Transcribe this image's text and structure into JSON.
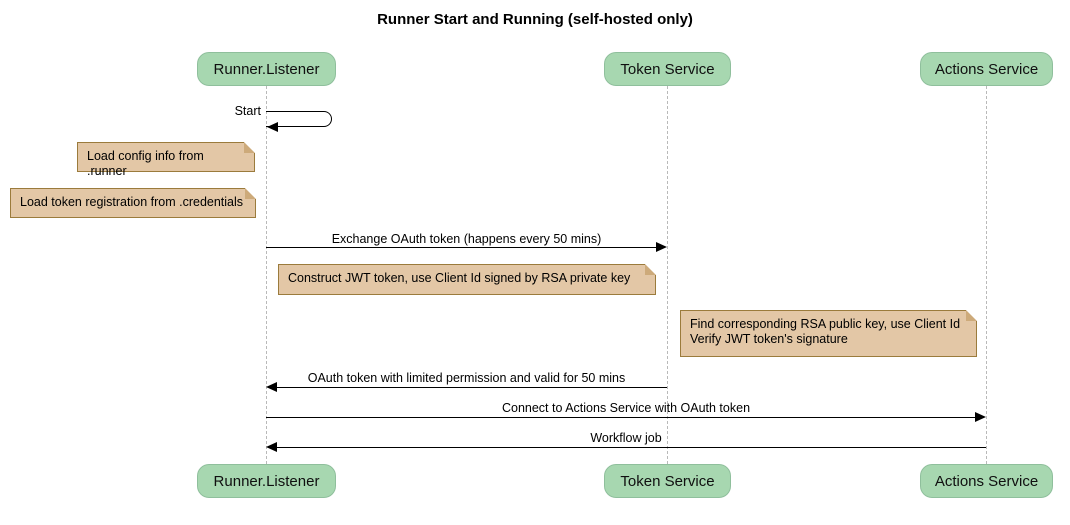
{
  "title": "Runner Start and Running (self-hosted only)",
  "participants": [
    {
      "name": "Runner.Listener"
    },
    {
      "name": "Token Service"
    },
    {
      "name": "Actions Service"
    }
  ],
  "messages": [
    {
      "label": "Start",
      "from": "Runner.Listener",
      "to": "Runner.Listener",
      "kind": "self"
    },
    {
      "label": "Exchange OAuth token (happens every 50 mins)",
      "from": "Runner.Listener",
      "to": "Token Service",
      "kind": "solid-arrow"
    },
    {
      "label": "OAuth token with limited permission and valid for 50 mins",
      "from": "Token Service",
      "to": "Runner.Listener",
      "kind": "solid-arrow"
    },
    {
      "label": "Connect to Actions Service with OAuth token",
      "from": "Runner.Listener",
      "to": "Actions Service",
      "kind": "solid-arrow"
    },
    {
      "label": "Workflow job",
      "from": "Actions Service",
      "to": "Runner.Listener",
      "kind": "solid-arrow"
    }
  ],
  "notes": [
    {
      "text": "Load config info from .runner",
      "anchor": "Runner.Listener"
    },
    {
      "text": "Load token registration from .credentials",
      "anchor": "Runner.Listener"
    },
    {
      "text": "Construct JWT token, use Client Id signed by RSA private key",
      "anchor": "Runner.Listener/Token Service"
    },
    {
      "text": "Find corresponding RSA public key, use Client Id\nVerify JWT token's signature",
      "anchor": "Actions Service"
    }
  ],
  "colors": {
    "participant_fill": "#A7D7B0",
    "participant_border": "#8FBF9C",
    "note_fill": "#E3C7A6",
    "note_border": "#9B7B3C",
    "lifeline": "#B9B9B9",
    "arrow": "#000000",
    "background": "#FFFFFF"
  }
}
